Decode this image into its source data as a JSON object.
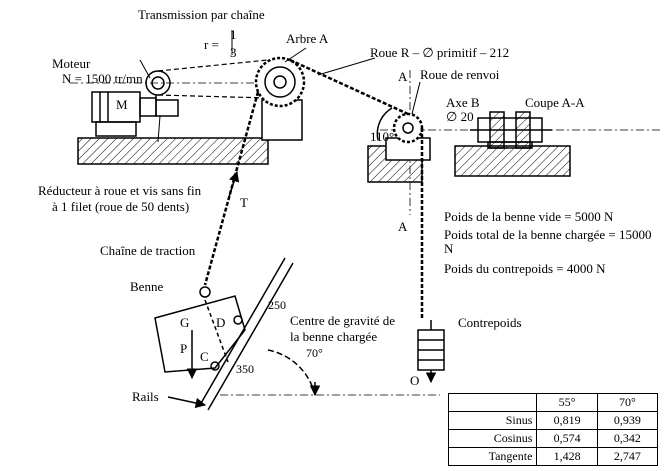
{
  "labels": {
    "transmission": "Transmission par chaîne",
    "ratio_prefix": "r =",
    "ratio_num": "1",
    "ratio_den": "3",
    "arbre_a": "Arbre A",
    "roue_r": "Roue R – ∅ primitif – 212",
    "roue_renvoi": "Roue de renvoi",
    "moteur_1": "Moteur",
    "moteur_2": "N = 1500 tr/mn",
    "motor_m": "M",
    "axe_b": "Axe B",
    "axe_b_dia": "∅ 20",
    "coupe": "Coupe A-A",
    "section_a_top": "A",
    "section_a_bottom": "A",
    "angle_110": "110°",
    "reducteur_1": "Réducteur à roue et vis sans fin",
    "reducteur_2": "à 1 filet (roue de 50 dents)",
    "tension_t": "T",
    "chaine_traction": "Chaîne de traction",
    "poids_vide": "Poids de la benne vide = 5000 N",
    "poids_total": "Poids total de la benne chargée = 15000 N",
    "poids_contrepoids": "Poids du contrepoids = 4000 N",
    "benne": "Benne",
    "point_g": "G",
    "point_p": "P",
    "point_c": "C",
    "point_d": "D",
    "dim_250": "250",
    "dim_350": "350",
    "centre_gravite_1": "Centre de gravité de",
    "centre_gravite_2": "la benne chargée",
    "angle_70": "70°",
    "contrepoids": "Contrepoids",
    "point_o": "O",
    "rails": "Rails"
  },
  "trig_table": {
    "headers": [
      "",
      "55°",
      "70°"
    ],
    "rows": [
      {
        "name": "Sinus",
        "v55": "0,819",
        "v70": "0,939"
      },
      {
        "name": "Cosinus",
        "v55": "0,574",
        "v70": "0,342"
      },
      {
        "name": "Tangente",
        "v55": "1,428",
        "v70": "2,747"
      }
    ]
  }
}
